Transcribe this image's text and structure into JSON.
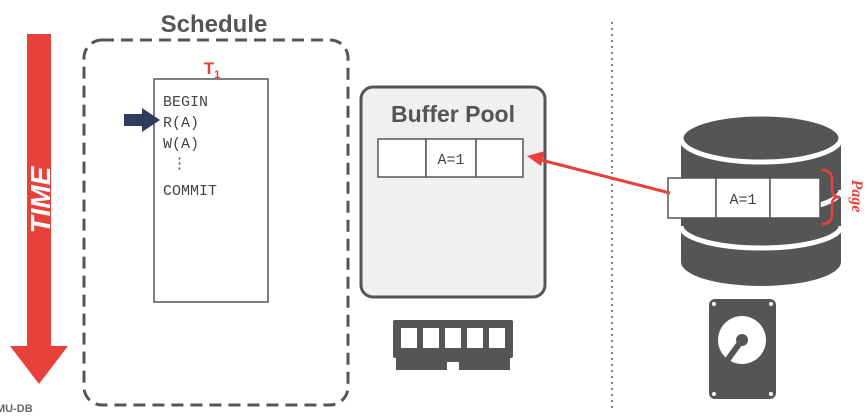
{
  "time_arrow": {
    "label": "TIME",
    "color": "#e8413c"
  },
  "schedule": {
    "title": "Schedule",
    "transaction_label": "T",
    "transaction_subscript": "1",
    "statements": [
      "BEGIN",
      "R(A)",
      "W(A)",
      "⋮",
      "COMMIT"
    ]
  },
  "buffer_pool": {
    "title": "Buffer Pool",
    "slot_value": "A=1"
  },
  "disk": {
    "slot_value": "A=1",
    "page_label": "Page"
  },
  "footer": {
    "text": "MU-DB"
  },
  "colors": {
    "accent": "#e8413c",
    "pointer": "#2f3b5c",
    "border": "#555555",
    "pool_fill": "#f0f0f0"
  }
}
